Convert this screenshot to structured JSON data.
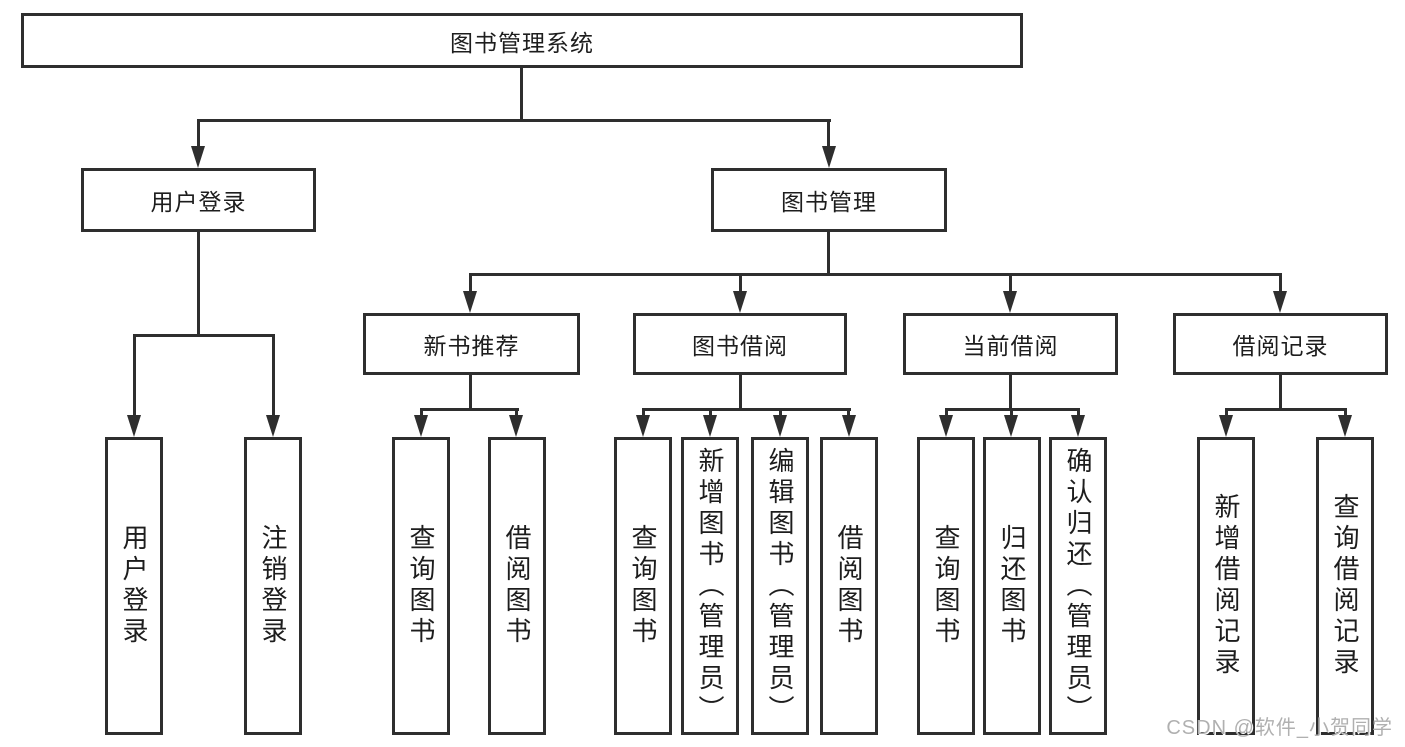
{
  "diagram": {
    "root": {
      "label": "图书管理系统"
    },
    "branches": [
      {
        "label": "用户登录",
        "children": [
          {
            "label": "用户登录"
          },
          {
            "label": "注销登录"
          }
        ]
      },
      {
        "label": "图书管理",
        "children": [
          {
            "label": "新书推荐",
            "children": [
              {
                "label": "查询图书"
              },
              {
                "label": "借阅图书"
              }
            ]
          },
          {
            "label": "图书借阅",
            "children": [
              {
                "label": "查询图书"
              },
              {
                "label": "新增图书（管理员）"
              },
              {
                "label": "编辑图书（管理员）"
              },
              {
                "label": "借阅图书"
              }
            ]
          },
          {
            "label": "当前借阅",
            "children": [
              {
                "label": "查询图书"
              },
              {
                "label": "归还图书"
              },
              {
                "label": "确认归还（管理员）"
              }
            ]
          },
          {
            "label": "借阅记录",
            "children": [
              {
                "label": "新增借阅记录"
              },
              {
                "label": "查询借阅记录"
              }
            ]
          }
        ]
      }
    ],
    "watermark": "CSDN @软件_小贺同学",
    "colors": {
      "line": "#2e2e2e",
      "text": "#1d1d1d",
      "watermark": "#b0b0b0"
    }
  }
}
